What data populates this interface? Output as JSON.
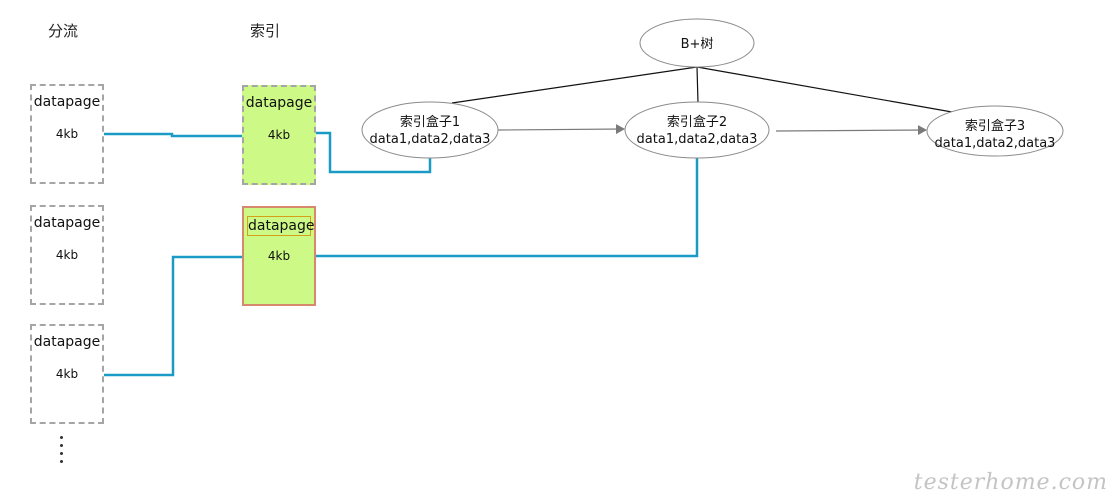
{
  "headings": {
    "split": "分流",
    "index": "索引"
  },
  "pages": [
    {
      "title": "datapage",
      "size": "4kb"
    },
    {
      "title": "datapage",
      "size": "4kb"
    },
    {
      "title": "datapage",
      "size": "4kb"
    },
    {
      "title": "datapage",
      "size": "4kb"
    },
    {
      "title": "datapage",
      "size": "4kb"
    }
  ],
  "tree": {
    "root": "B+树",
    "boxes": [
      {
        "name": "索引盒子1",
        "data": "data1,data2,data3"
      },
      {
        "name": "索引盒子2",
        "data": "data1,data2,data3"
      },
      {
        "name": "索引盒子3",
        "data": "data1,data2,data3"
      }
    ]
  },
  "colors": {
    "link": "#1a9bc6",
    "green_page": "#cdfa86",
    "dashed_border": "#a5a5a5",
    "selected_border": "#d7896d"
  },
  "watermark": "testerhome.com"
}
